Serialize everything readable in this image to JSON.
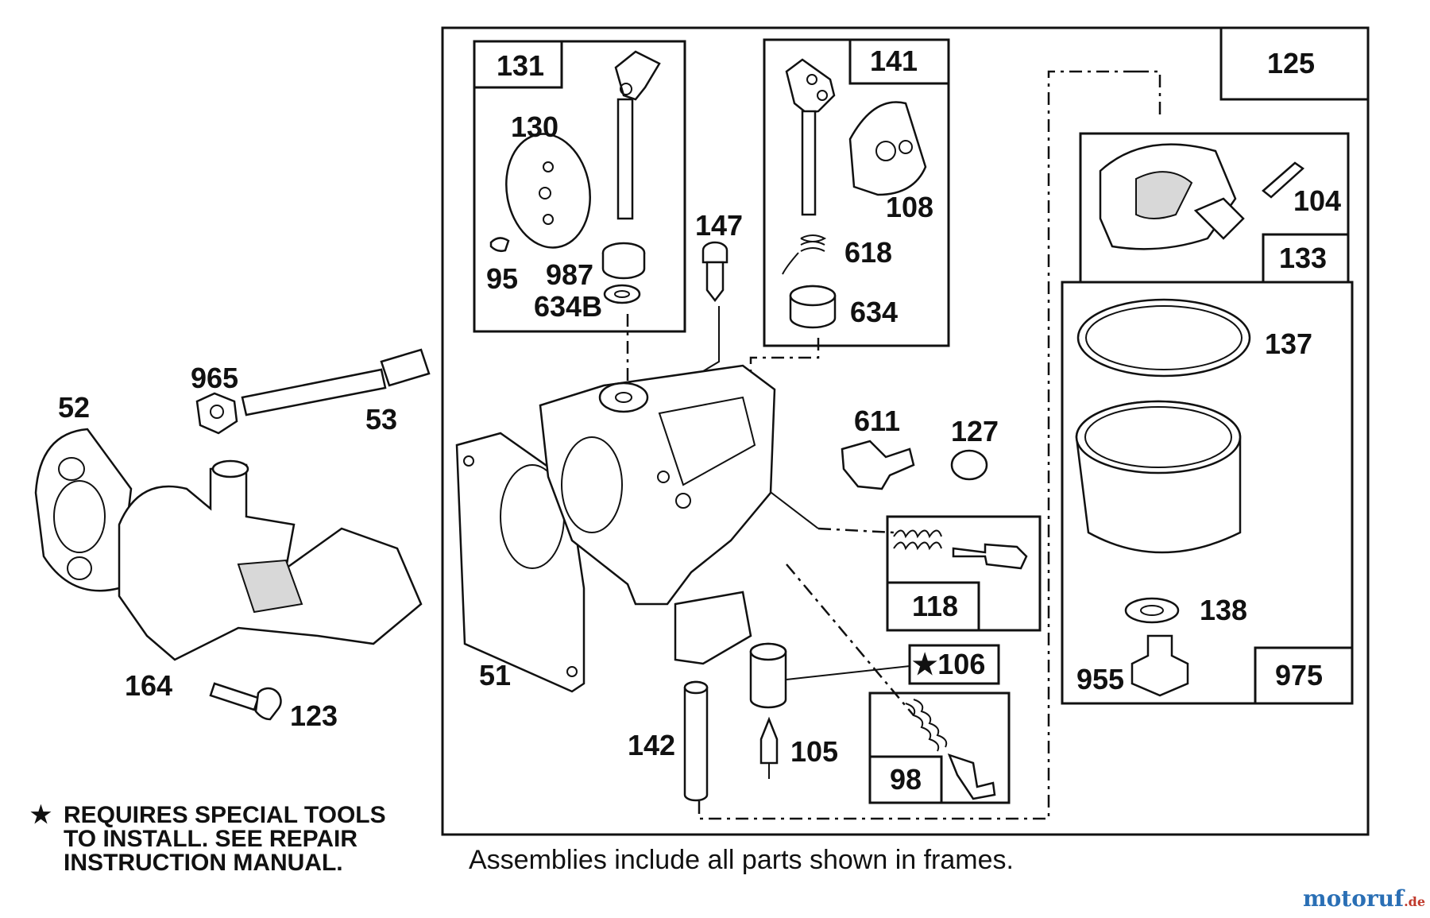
{
  "labels": {
    "p131": "131",
    "p141": "141",
    "p125": "125",
    "p130": "130",
    "p147": "147",
    "p108": "108",
    "p104": "104",
    "p618": "618",
    "p133": "133",
    "p95": "95",
    "p987": "987",
    "p634b": "634B",
    "p634": "634",
    "p137": "137",
    "p965": "965",
    "p52": "52",
    "p53": "53",
    "p611": "611",
    "p127": "127",
    "p118": "118",
    "p138": "138",
    "p106": "★106",
    "p51": "51",
    "p164": "164",
    "p123": "123",
    "p955": "955",
    "p975": "975",
    "p142": "142",
    "p105": "105",
    "p98": "98"
  },
  "note": {
    "star": "★",
    "line1": "REQUIRES SPECIAL TOOLS",
    "line2": "TO INSTALL.  SEE REPAIR",
    "line3": "INSTRUCTION MANUAL."
  },
  "caption": "Assemblies include all parts shown in frames.",
  "watermark": {
    "main": "motoruf",
    "suffix": ".de"
  },
  "colors": {
    "ink": "#111111",
    "background": "#ffffff",
    "watermark_blue": "#2a6fb5",
    "watermark_red": "#c0392b"
  }
}
